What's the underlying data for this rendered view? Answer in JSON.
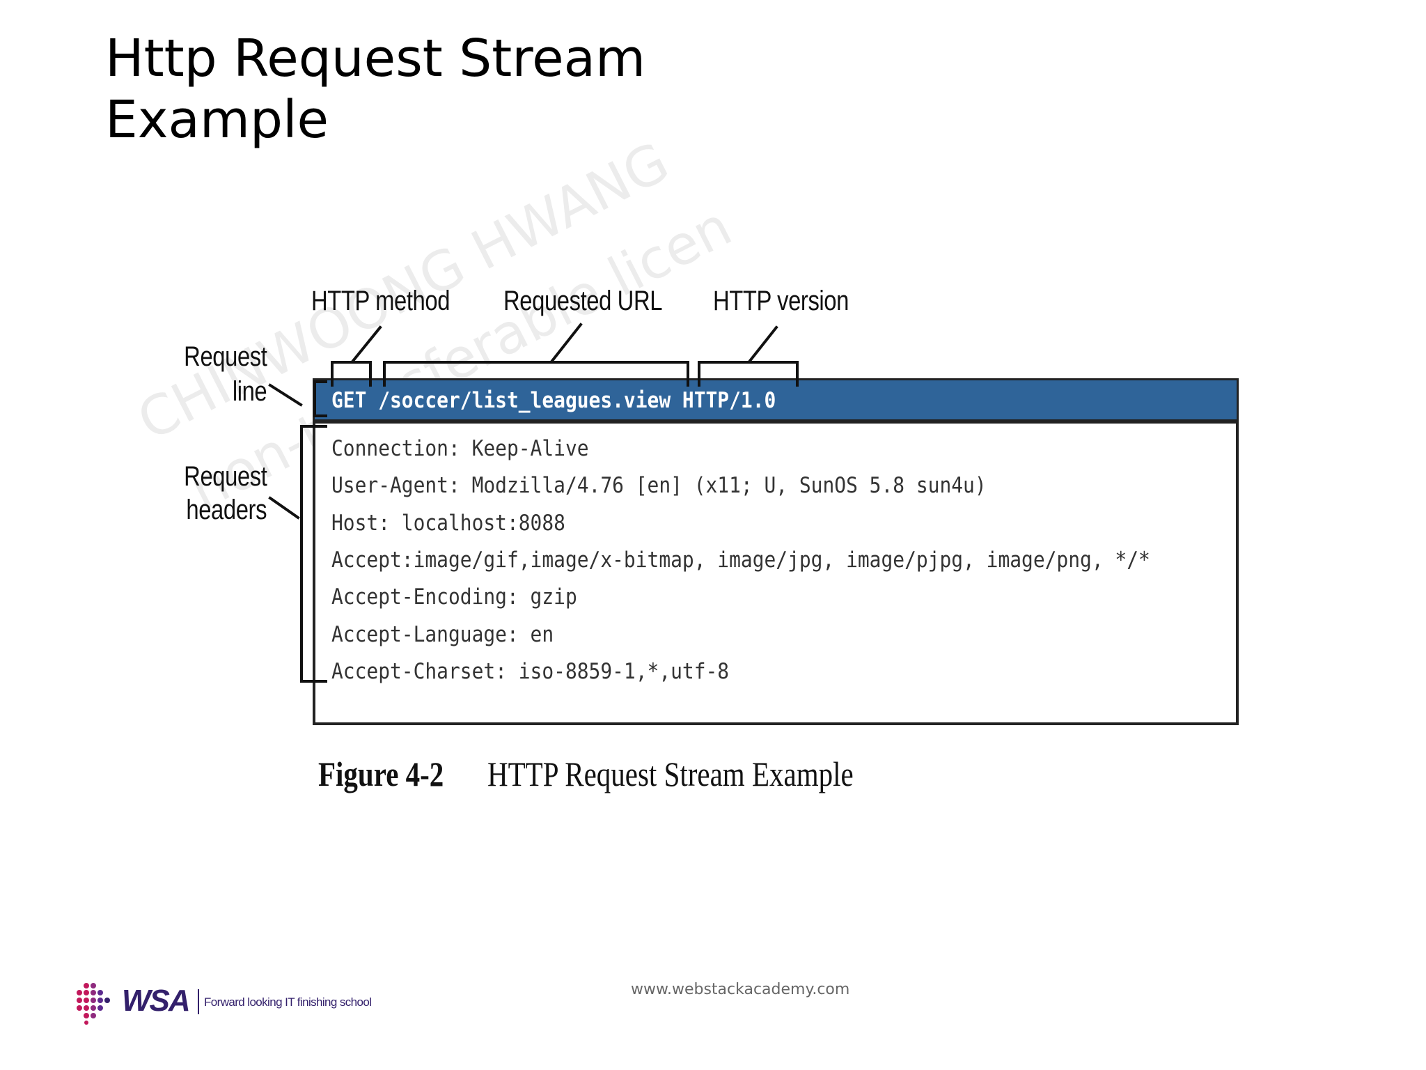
{
  "slide": {
    "title_line1": "Http Request Stream",
    "title_line2": "Example"
  },
  "figure": {
    "labels": {
      "http_method": "HTTP method",
      "requested_url": "Requested URL",
      "http_version": "HTTP version",
      "request_line_1": "Request",
      "request_line_2": "line",
      "request_headers_1": "Request",
      "request_headers_2": "headers"
    },
    "request_line": "GET /soccer/list_leagues.view HTTP/1.0",
    "headers": [
      "Connection: Keep-Alive",
      "User-Agent: Modzilla/4.76 [en] (x11; U, SunOS 5.8 sun4u)",
      "Host: localhost:8088",
      "Accept:image/gif,image/x-bitmap, image/jpg, image/pjpg, image/png, */*",
      "Accept-Encoding: gzip",
      "Accept-Language: en",
      "Accept-Charset: iso-8859-1,*,utf-8"
    ],
    "caption_number": "Figure 4-2",
    "caption_text": "HTTP Request Stream Example",
    "watermark_1": "CHINWOONG HWANG",
    "watermark_2": "non-transferable licen"
  },
  "footer": {
    "url": "www.webstackacademy.com",
    "logo_text": "WSA",
    "logo_tagline": "Forward looking IT finishing school"
  },
  "colors": {
    "request_bar": "#2f6499",
    "logo_magenta": "#c2185b",
    "logo_purple": "#33206b"
  }
}
